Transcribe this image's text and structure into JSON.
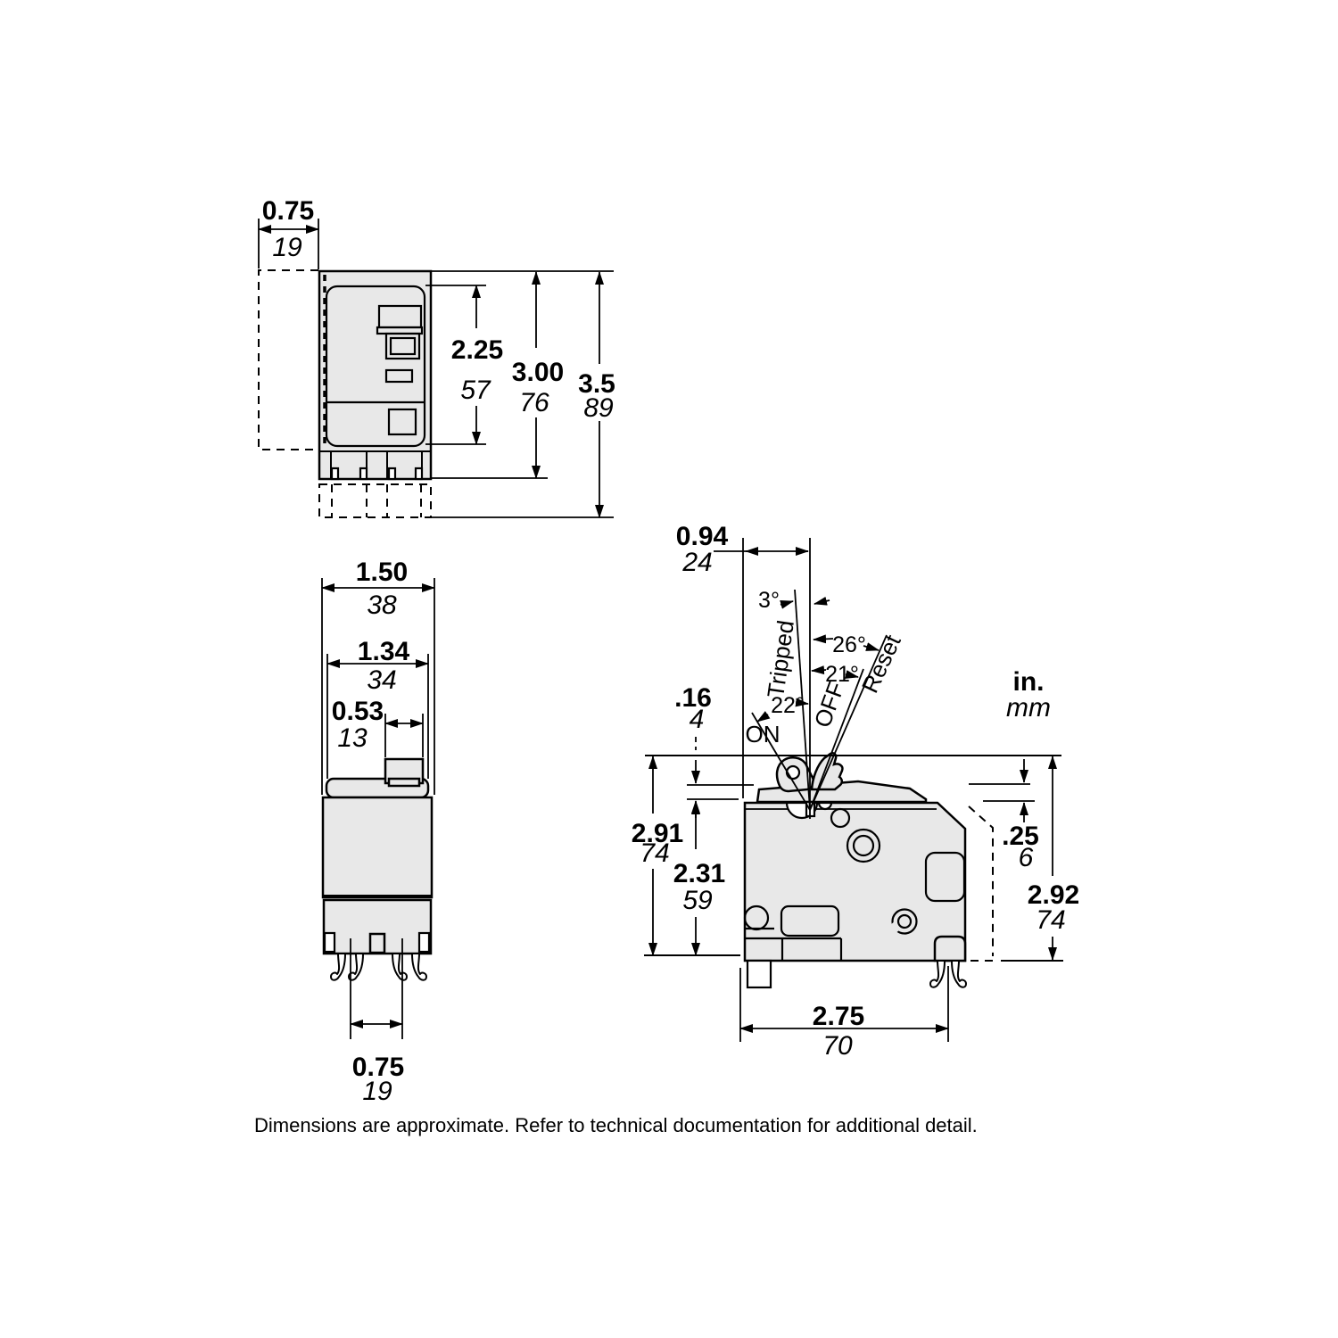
{
  "units_legend": {
    "in": "in.",
    "mm": "mm"
  },
  "caption": "Dimensions are approximate. Refer to technical documentation for additional detail.",
  "front_view": {
    "width": {
      "in": "0.75",
      "mm": "19"
    },
    "handle_height": {
      "in": "2.25",
      "mm": "57"
    },
    "body_height": {
      "in": "3.00",
      "mm": "76"
    },
    "overall_height": {
      "in": "3.5",
      "mm": "89"
    }
  },
  "bottom_view": {
    "overall_width": {
      "in": "1.50",
      "mm": "38"
    },
    "body_width": {
      "in": "1.34",
      "mm": "34"
    },
    "handle_width": {
      "in": "0.53",
      "mm": "13"
    },
    "terminal_spacing": {
      "in": "0.75",
      "mm": "19"
    }
  },
  "side_view": {
    "handle_offset": {
      "in": "0.94",
      "mm": "24"
    },
    "handle_clearance": {
      "in": ".16",
      "mm": "4"
    },
    "overall_height": {
      "in": "2.91",
      "mm": "74"
    },
    "body_height": {
      "in": "2.31",
      "mm": "59"
    },
    "tab_offset": {
      "in": ".25",
      "mm": "6"
    },
    "right_height": {
      "in": "2.92",
      "mm": "74"
    },
    "depth": {
      "in": "2.75",
      "mm": "70"
    },
    "angles": {
      "tripped": "3°",
      "reset": "26°",
      "off": "21°",
      "on": "22°"
    },
    "handle_positions": {
      "on": "ON",
      "tripped": "Tripped",
      "off": "OFF",
      "reset": "Reset"
    }
  }
}
